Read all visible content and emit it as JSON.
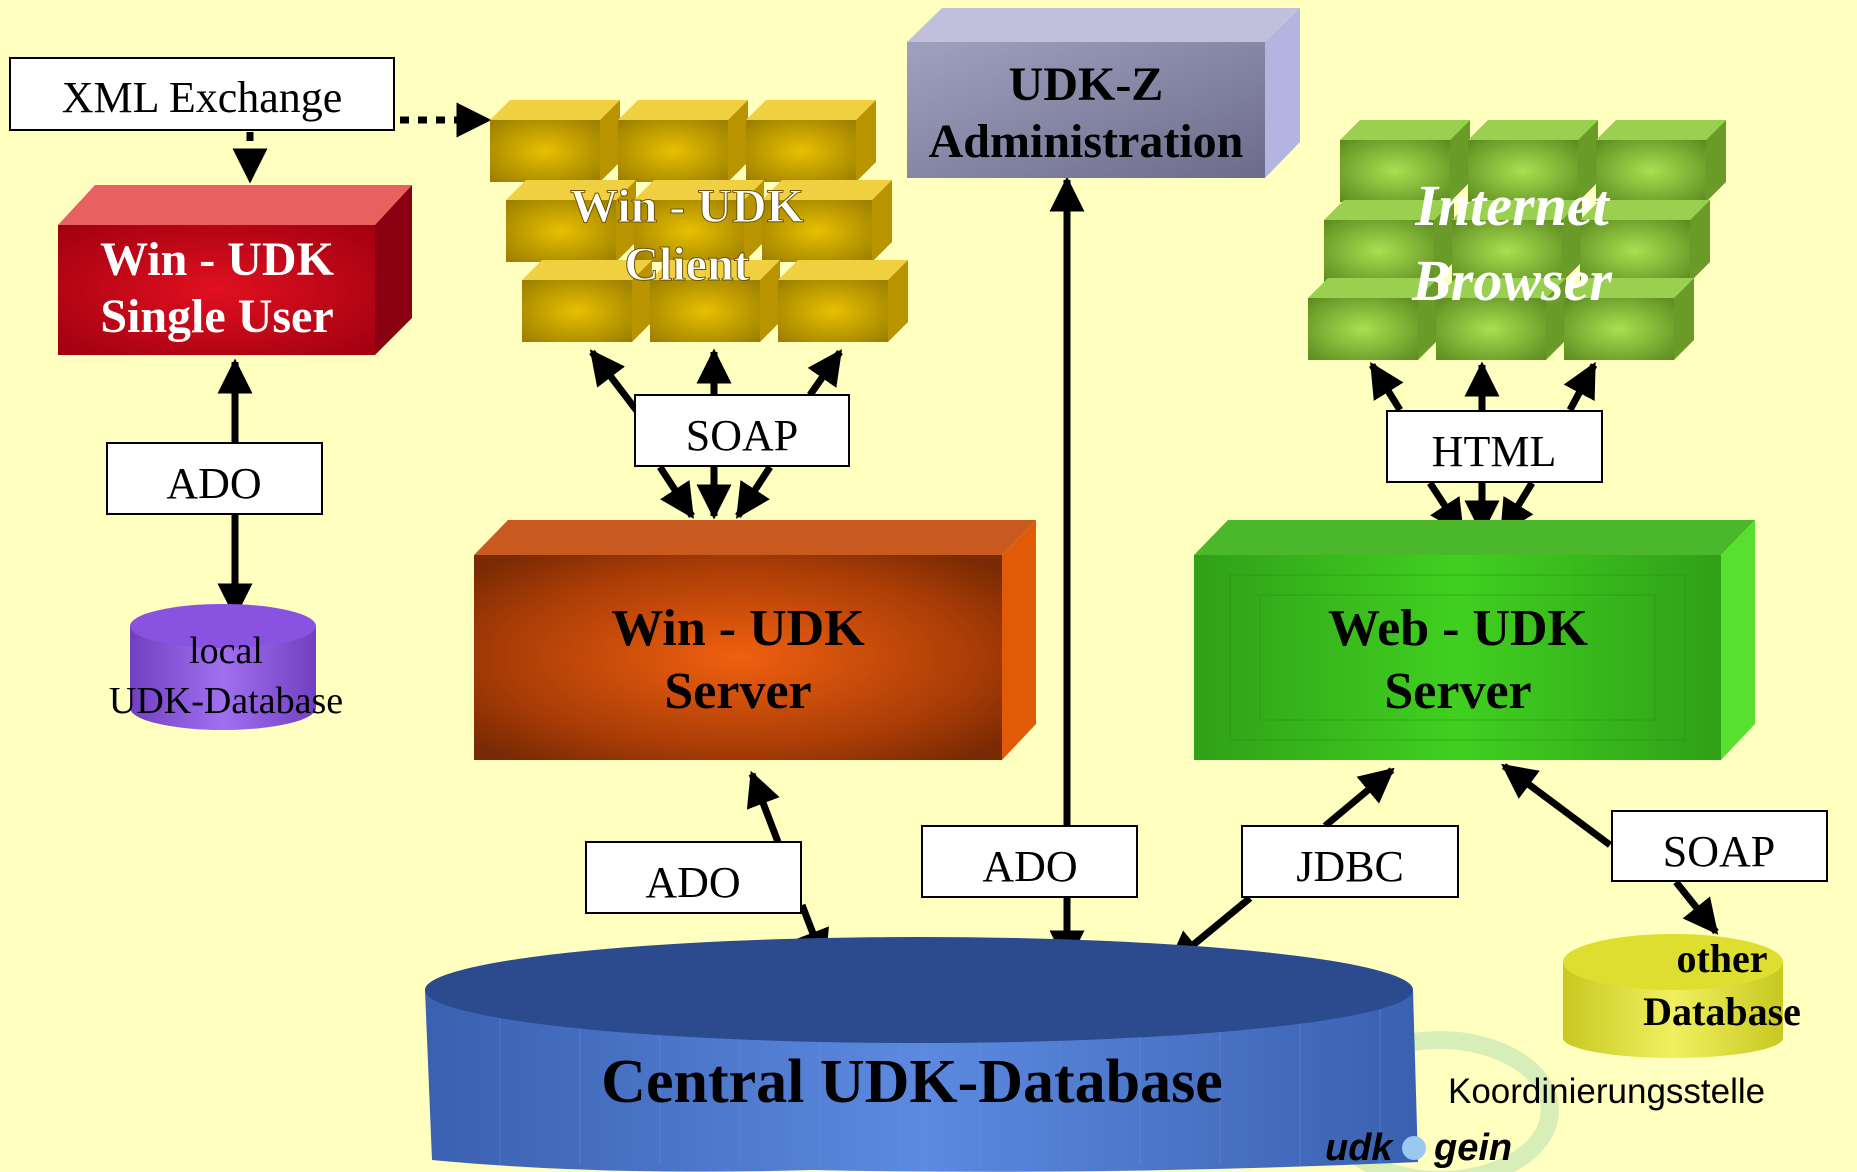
{
  "nodes": {
    "xml_exchange": "XML Exchange",
    "single_user": [
      "Win - UDK",
      "Single User"
    ],
    "win_client": [
      "Win - UDK",
      "Client"
    ],
    "udkz_admin": [
      "UDK-Z",
      "Administration"
    ],
    "internet_browser": [
      "Internet",
      "Browser"
    ],
    "local_db": [
      "local",
      "UDK-Database"
    ],
    "win_server": [
      "Win - UDK",
      "Server"
    ],
    "web_server": [
      "Web - UDK",
      "Server"
    ],
    "central_db": "Central UDK-Database",
    "other_db": [
      "other",
      "Database"
    ]
  },
  "connectors": {
    "ado_local": "ADO",
    "soap_client": "SOAP",
    "html_browser": "HTML",
    "ado_win_server": "ADO",
    "ado_admin": "ADO",
    "jdbc": "JDBC",
    "soap_other": "SOAP"
  },
  "logo": {
    "org": "Koordinierungsstelle",
    "brand_left": "udk",
    "brand_right": "gein"
  },
  "colors": {
    "background": "#ffffc0",
    "single_user": "#c00010",
    "win_client": "#c9a400",
    "udkz_admin": "#8a8aa8",
    "internet_browser": "#7fb030",
    "local_db": "#8a58d8",
    "win_server": "#c04a08",
    "web_server": "#30b020",
    "central_db": "#4a78c8",
    "other_db": "#d8d838"
  }
}
